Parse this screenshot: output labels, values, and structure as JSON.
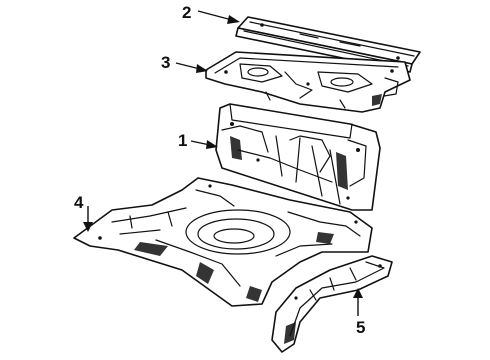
{
  "callouts": [
    {
      "id": "2",
      "label": "2"
    },
    {
      "id": "3",
      "label": "3"
    },
    {
      "id": "1",
      "label": "1"
    },
    {
      "id": "4",
      "label": "4"
    },
    {
      "id": "5",
      "label": "5"
    }
  ]
}
